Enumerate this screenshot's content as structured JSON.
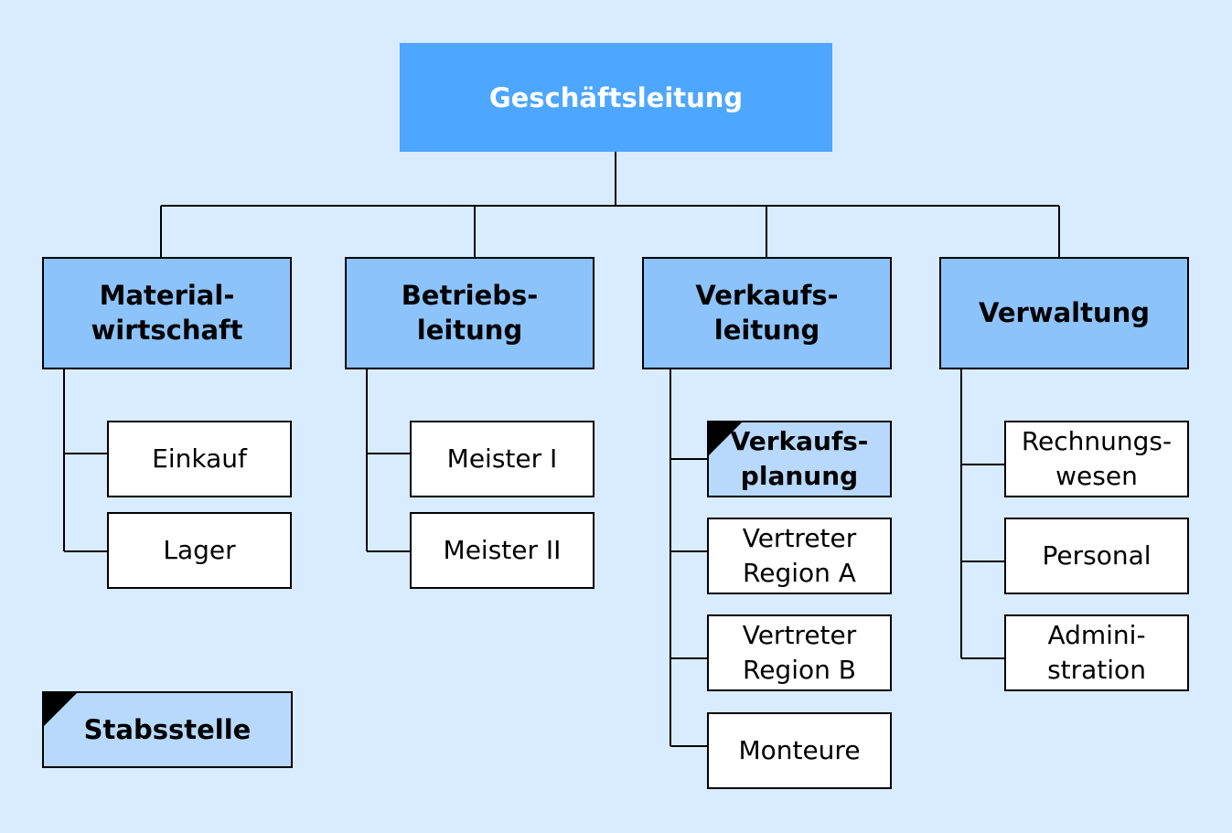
{
  "root": {
    "label": "Geschäftsleitung"
  },
  "departments": [
    {
      "label": "Material-\nwirtschaft",
      "units": [
        {
          "label": "Einkauf"
        },
        {
          "label": "Lager"
        }
      ]
    },
    {
      "label": "Betriebs-\nleitung",
      "units": [
        {
          "label": "Meister I"
        },
        {
          "label": "Meister II"
        }
      ]
    },
    {
      "label": "Verkaufs-\nleitung",
      "units": [
        {
          "label": "Verkaufs-\nplanung",
          "staff": true
        },
        {
          "label": "Vertreter\nRegion A"
        },
        {
          "label": "Vertreter\nRegion B"
        },
        {
          "label": "Monteure"
        }
      ]
    },
    {
      "label": "Verwaltung",
      "units": [
        {
          "label": "Rechnungs-\nwesen"
        },
        {
          "label": "Personal"
        },
        {
          "label": "Admini-\nstration"
        }
      ]
    }
  ],
  "legend": {
    "label": "Stabsstelle"
  },
  "colors": {
    "background": "#d9ebff",
    "root_fill": "#4da6ff",
    "department_fill": "#8cc3fb",
    "staff_fill": "#b8d9fc",
    "unit_fill": "#ffffff",
    "line": "#000000"
  }
}
